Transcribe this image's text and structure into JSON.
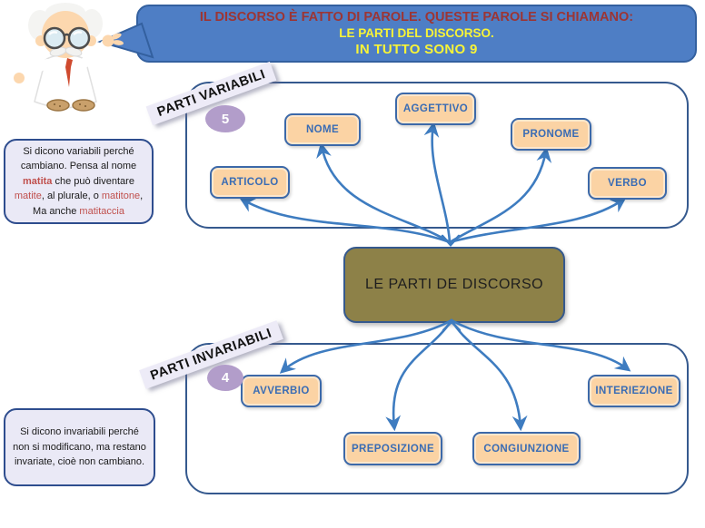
{
  "speech_bubble": {
    "line1": "IL DISCORSO È FATTO DI PAROLE. QUESTE PAROLE SI CHIAMANO:",
    "line2": "LE PARTI DEL DISCORSO.",
    "line3": "IN TUTTO SONO 9"
  },
  "center_node": {
    "label": "LE PARTI DE DISCORSO"
  },
  "groups": {
    "variabili": {
      "ribbon": "PARTI VARIABILI",
      "count": "5"
    },
    "invariabili": {
      "ribbon": "PARTI INVARIABILI",
      "count": "4"
    }
  },
  "nodes": {
    "articolo": "ARTICOLO",
    "nome": "NOME",
    "aggettivo": "AGGETTIVO",
    "pronome": "PRONOME",
    "verbo": "VERBO",
    "avverbio": "AVVERBIO",
    "preposizione": "PREPOSIZIONE",
    "congiunzione": "CONGIUNZIONE",
    "interiezione": "INTERIEZIONE"
  },
  "notes": {
    "variabili": {
      "s1": "Si dicono variabili perché cambiano. Pensa al nome ",
      "s2": "matita",
      "s3": " che può diventare ",
      "s4": "matite",
      "s5": ", al plurale, o ",
      "s6": "matitone",
      "s7": ", Ma anche ",
      "s8": "matitaccia"
    },
    "invariabili": "Si dicono invariabili perché non si modificano, ma restano invariate, cioè non cambiano."
  },
  "colors": {
    "bubble_bg": "#4e7ec5",
    "bubble_border": "#33609f",
    "bubble_text_red": "#9c3534",
    "bubble_text_yellow": "#f8f437",
    "node_fill": "#fbd3a4",
    "node_border": "#3c69a9",
    "node_text": "#3a6cb4",
    "container_border": "#35598e",
    "arrow": "#3e7cc0",
    "center_fill": "#8d8148",
    "count_badge": "#b29dca",
    "note_bg": "#eae9f6",
    "note_accent_red": "#c0504d"
  }
}
